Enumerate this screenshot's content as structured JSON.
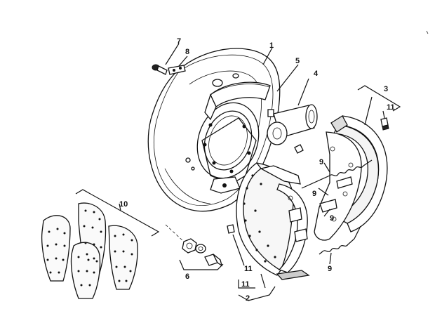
{
  "diagram": {
    "callouts": [
      {
        "id": "c1",
        "text": "1"
      },
      {
        "id": "c2",
        "text": "2"
      },
      {
        "id": "c3",
        "text": "3"
      },
      {
        "id": "c4",
        "text": "4"
      },
      {
        "id": "c5",
        "text": "5"
      },
      {
        "id": "c6",
        "text": "6"
      },
      {
        "id": "c7",
        "text": "7"
      },
      {
        "id": "c8",
        "text": "8"
      },
      {
        "id": "c9a",
        "text": "9"
      },
      {
        "id": "c9b",
        "text": "9"
      },
      {
        "id": "c9c",
        "text": "9"
      },
      {
        "id": "c9d",
        "text": "9"
      },
      {
        "id": "c10",
        "text": "10"
      },
      {
        "id": "c11a",
        "text": "11"
      },
      {
        "id": "c11b",
        "text": "11"
      },
      {
        "id": "c11c",
        "text": "11"
      }
    ]
  }
}
